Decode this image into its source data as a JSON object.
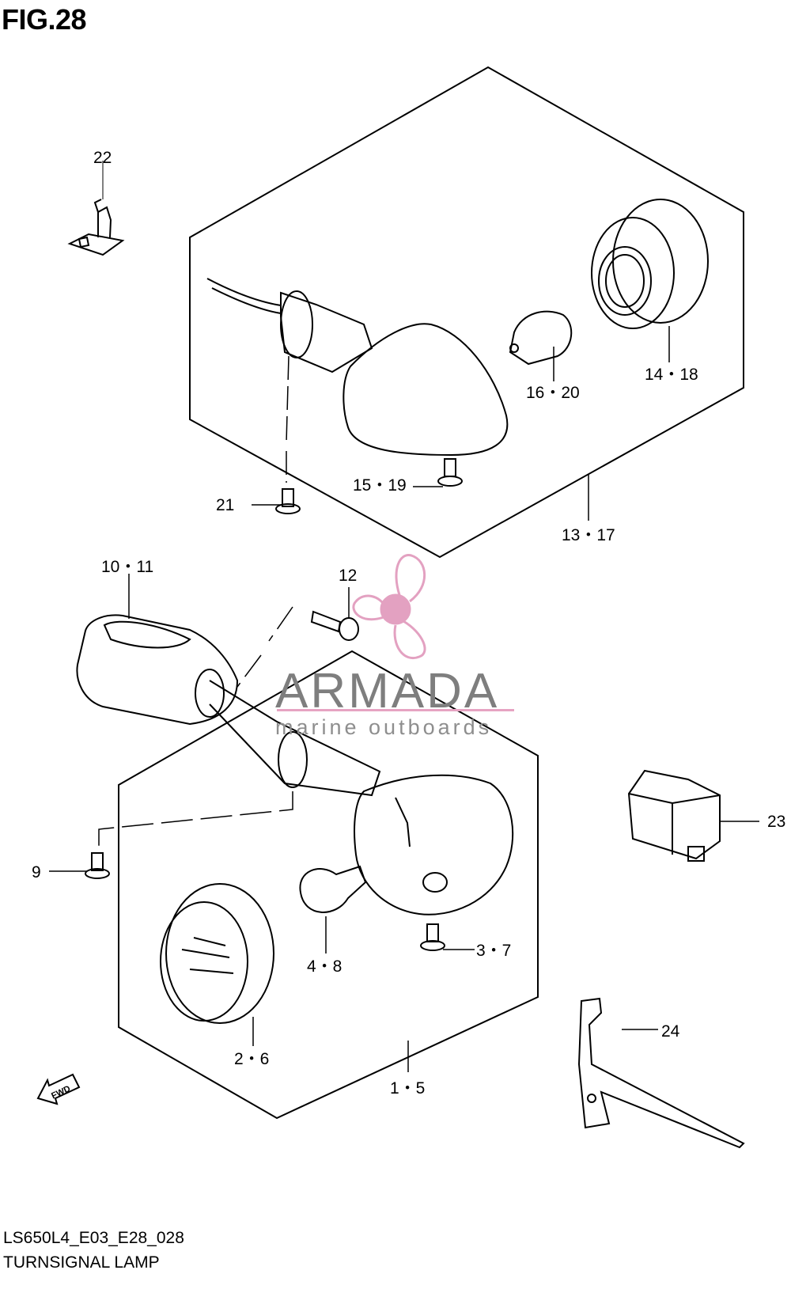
{
  "figure": {
    "title": "FIG.28",
    "code": "LS650L4_E03_E28_028",
    "name": "TURNSIGNAL LAMP"
  },
  "callouts": {
    "c22": "22",
    "c14_18": "14・18",
    "c16_20": "16・20",
    "c15_19": "15・19",
    "c21": "21",
    "c13_17": "13・17",
    "c10_11": "10・11",
    "c12": "12",
    "c23": "23",
    "c9": "9",
    "c3_7": "3・7",
    "c4_8": "4・8",
    "c2_6": "2・6",
    "c24": "24",
    "c1_5": "1・5"
  },
  "fwd_label": "FWD",
  "watermark": {
    "name": "ARMADA",
    "subtitle": "marine outboards",
    "accent_color": "#e3a1c1"
  },
  "icons": {
    "watermark_logo": "propeller-icon",
    "direction": "fwd-arrow-icon"
  }
}
